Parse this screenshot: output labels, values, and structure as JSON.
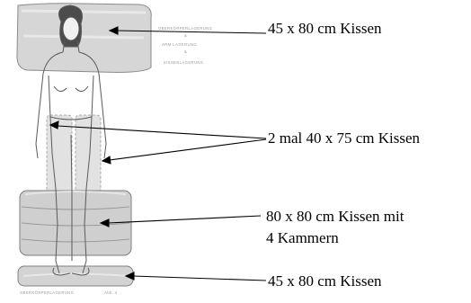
{
  "labels": {
    "top_pillow": "45 x 80 cm Kissen",
    "side_pillows": "2 mal 40 x 75 cm Kissen",
    "chamber_pillow_line1": "80 x 80 cm Kissen mit",
    "chamber_pillow_line2": "4 Kammern",
    "bottom_pillow": "45 x 80 cm Kissen"
  },
  "sketch_notes": {
    "line1": "OBERKÖRPERLAGERUNG",
    "line2": "&",
    "line3": "ARM-LAGERUNG",
    "line4": "&",
    "line5": "KISSENLAGERUNG",
    "bottom_left": "OBERKÖRPERLAGERUNG",
    "bottom_right": "Abb. 4"
  }
}
